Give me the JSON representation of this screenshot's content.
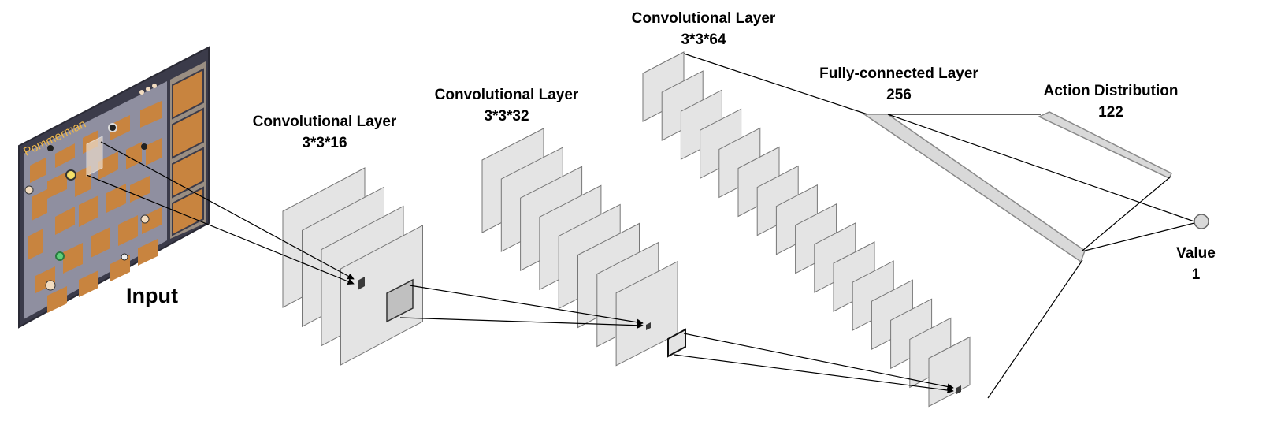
{
  "input": {
    "label": "Input",
    "game_title": "Pommerman"
  },
  "layers": [
    {
      "title": "Convolutional Layer",
      "size": "3*3*16",
      "maps": 4
    },
    {
      "title": "Convolutional Layer",
      "size": "3*3*32",
      "maps": 8
    },
    {
      "title": "Convolutional Layer",
      "size": "3*3*64",
      "maps": 16
    },
    {
      "title": "Fully-connected Layer",
      "size": "256"
    },
    {
      "title": "Action Distribution",
      "size": "122"
    },
    {
      "title": "Value",
      "size": "1"
    }
  ],
  "colors": {
    "feature_map_fill": "#e4e4e4",
    "feature_map_stroke": "#777777",
    "bar_fill": "#d9d9d9",
    "board_frame": "#3b3b4a",
    "board_floor": "#8f8fa0",
    "board_wood": "#c8843f"
  }
}
